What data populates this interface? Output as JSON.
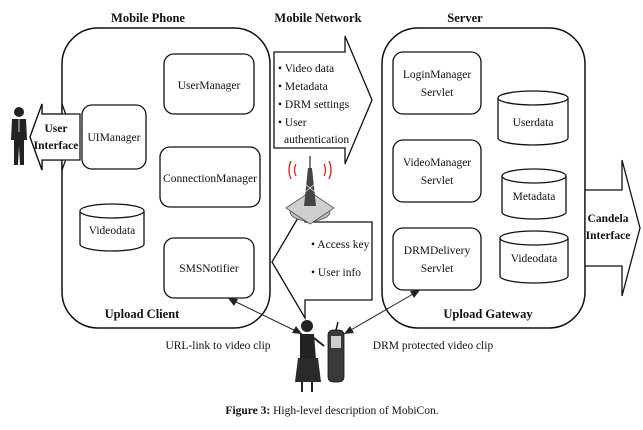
{
  "labels": {
    "mobile_phone": "Mobile Phone",
    "mobile_network": "Mobile Network",
    "server": "Server",
    "upload_client": "Upload Client",
    "upload_gateway": "Upload Gateway",
    "user_interface_line1": "User",
    "user_interface_line2": "Interface",
    "candela_line1": "Candela",
    "candela_line2": "Interface",
    "url_link": "URL-link to video clip",
    "drm_protected": "DRM protected video clip",
    "figure_caption_bold": "Figure 3:",
    "figure_caption_text": " High-level description of MobiCon."
  },
  "client_components": {
    "ui_manager": "UIManager",
    "user_manager": "UserManager",
    "connection_manager": "ConnectionManager",
    "sms_notifier": "SMSNotifier",
    "videodata": "Videodata"
  },
  "server_components": {
    "login_manager_line1": "LoginManager",
    "login_manager_line2": "Servlet",
    "video_manager_line1": "VideoManager",
    "video_manager_line2": "Servlet",
    "drm_delivery_line1": "DRMDelivery",
    "drm_delivery_line2": "Servlet",
    "userdata": "Userdata",
    "metadata": "Metadata",
    "videodata": "Videodata"
  },
  "upload_items": [
    "Video data",
    "Metadata",
    "DRM settings",
    "User",
    "authentication"
  ],
  "download_items": [
    "Access key",
    "User info"
  ]
}
